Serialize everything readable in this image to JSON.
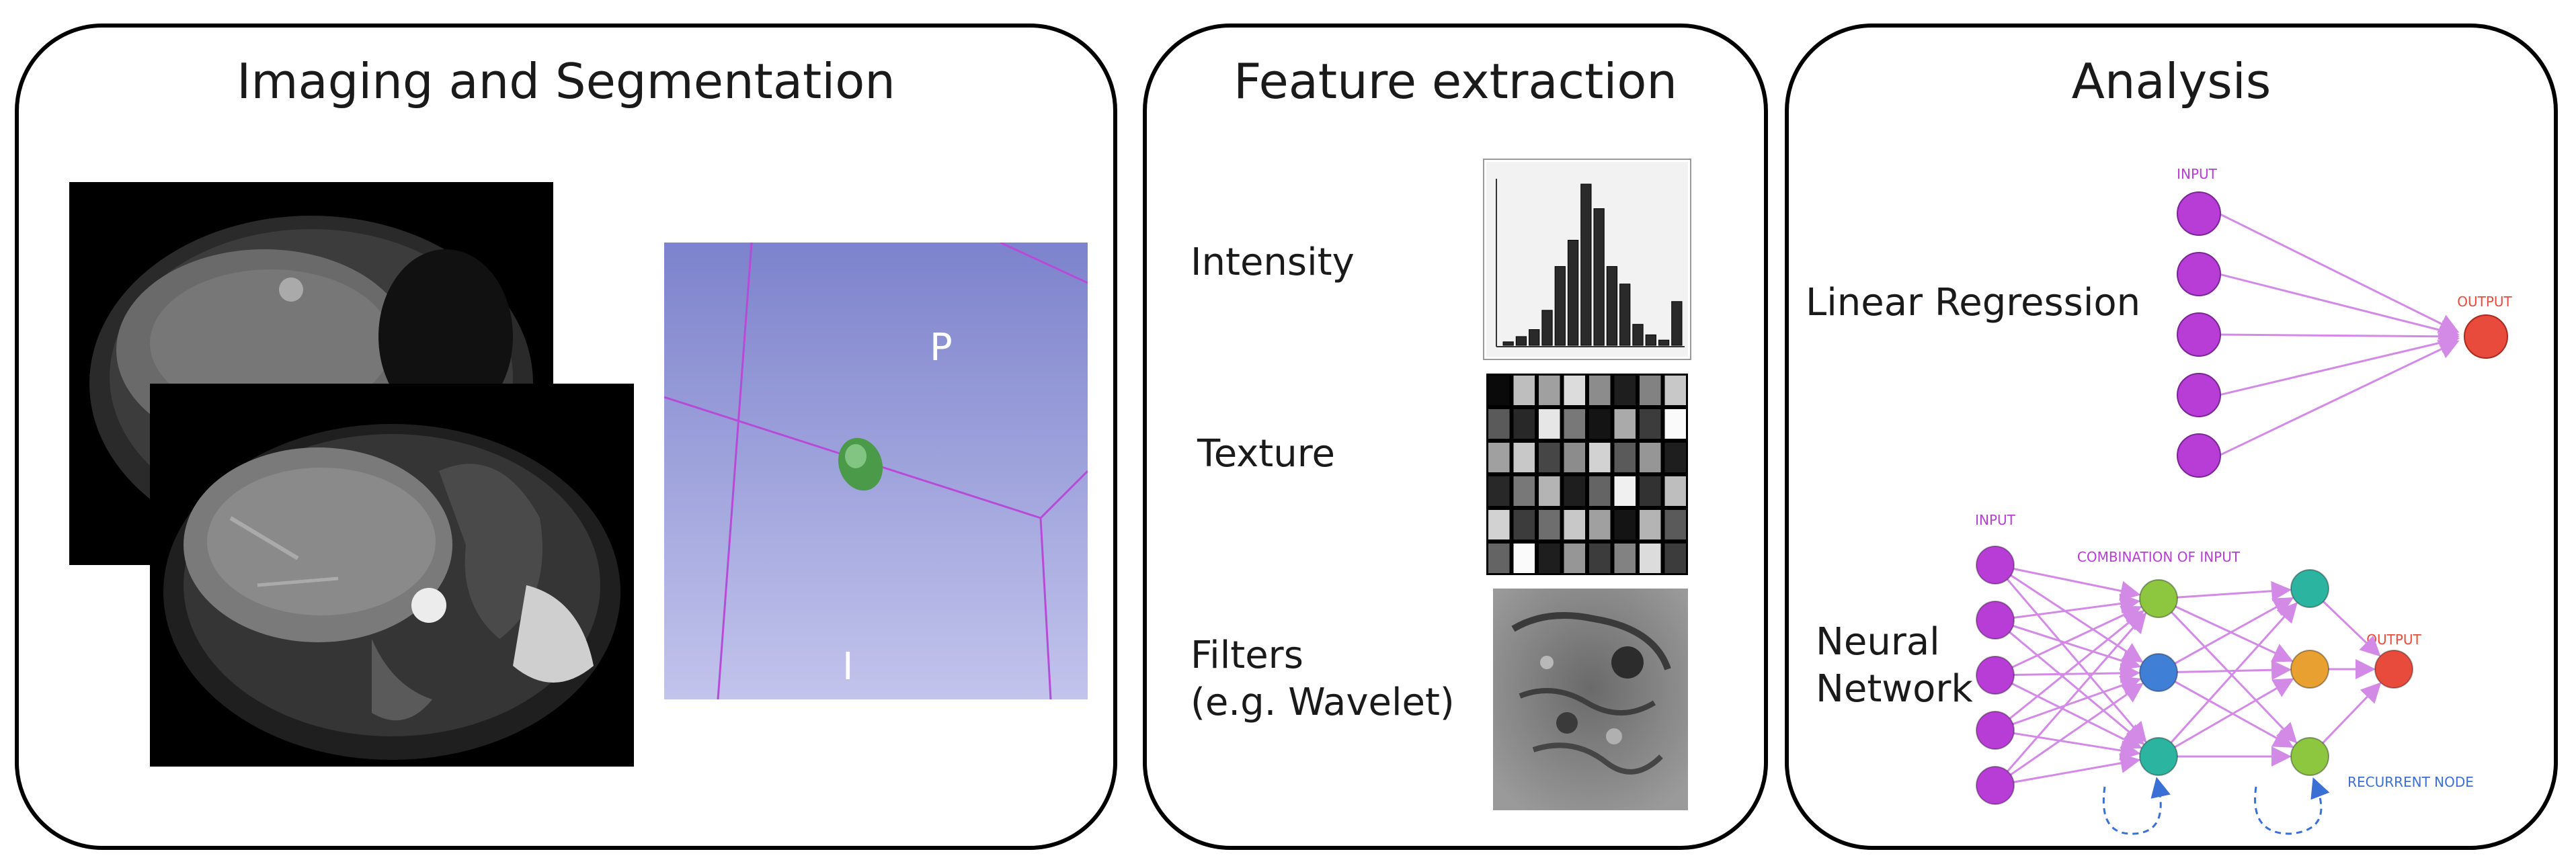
{
  "panels": {
    "imaging": {
      "title": "Imaging and Segmentation",
      "segmentation_labels": {
        "posterior": "P",
        "inferior": "I"
      }
    },
    "feature": {
      "title": "Feature extraction",
      "features": [
        {
          "label": "Intensity"
        },
        {
          "label": "Texture"
        },
        {
          "label": "Filters\n(e.g. Wavelet)"
        }
      ]
    },
    "analysis": {
      "title": "Analysis",
      "linear_regression": {
        "label": "Linear Regression",
        "input_label": "INPUT",
        "output_label": "OUTPUT"
      },
      "neural_network": {
        "label": "Neural\nNetwork",
        "input_label": "INPUT",
        "hidden_label": "COMBINATION OF INPUT",
        "output_label": "OUTPUT",
        "recurrent_label": "RECURRENT NODE"
      }
    }
  },
  "colors": {
    "node_purple": "#b83dd6",
    "node_output": "#e84a3c",
    "node_green": "#8dc63f",
    "node_teal": "#2bb5a0",
    "node_blue": "#3f7fd6",
    "node_orange": "#e8a030",
    "connector": "#d38ae6",
    "recurrent": "#3a6fd6",
    "segmentation_bg": "#8a8fd0",
    "segmentation_line": "#b84ad8",
    "lesion": "#4a9a4a"
  },
  "histogram": {
    "values": [
      2,
      5,
      9,
      20,
      45,
      60,
      92,
      78,
      45,
      35,
      12,
      6,
      3,
      25
    ]
  },
  "texture_grid": [
    [
      10,
      190,
      160,
      220,
      140,
      30,
      130,
      200
    ],
    [
      90,
      40,
      230,
      120,
      20,
      170,
      60,
      250
    ],
    [
      160,
      200,
      70,
      140,
      210,
      90,
      150,
      30
    ],
    [
      40,
      120,
      180,
      30,
      100,
      240,
      50,
      190
    ],
    [
      210,
      60,
      110,
      200,
      160,
      20,
      180,
      90
    ],
    [
      100,
      250,
      30,
      150,
      60,
      130,
      220,
      60
    ]
  ]
}
